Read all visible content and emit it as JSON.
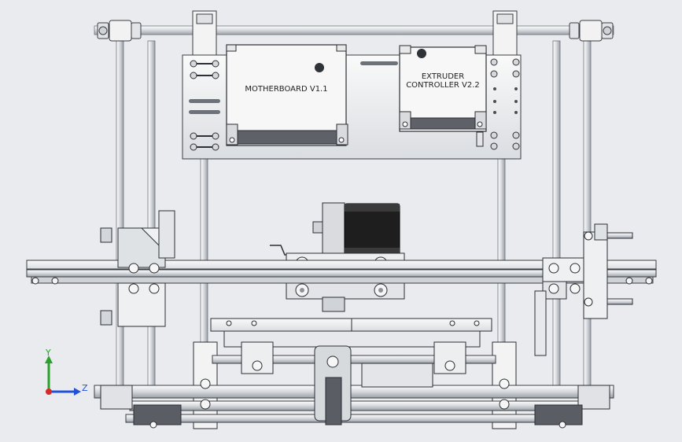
{
  "viewport": {
    "background": "#e9ebef"
  },
  "boards": {
    "motherboard_label": "MOTHERBOARD V1.1",
    "extruder_label_line1": "EXTRUDER",
    "extruder_label_line2": "CONTROLLER V2.2"
  },
  "triad": {
    "y_label": "Y",
    "z_label": "Z",
    "y_color": "#2aa12a",
    "z_color": "#2450d8",
    "x_color": "#d62a2a"
  },
  "colors": {
    "metal_light": "#f4f4f4",
    "metal_mid": "#c9ccd1",
    "metal_dark": "#8d9299",
    "outline": "#3a3d42",
    "motor_black": "#1e1e1e"
  }
}
